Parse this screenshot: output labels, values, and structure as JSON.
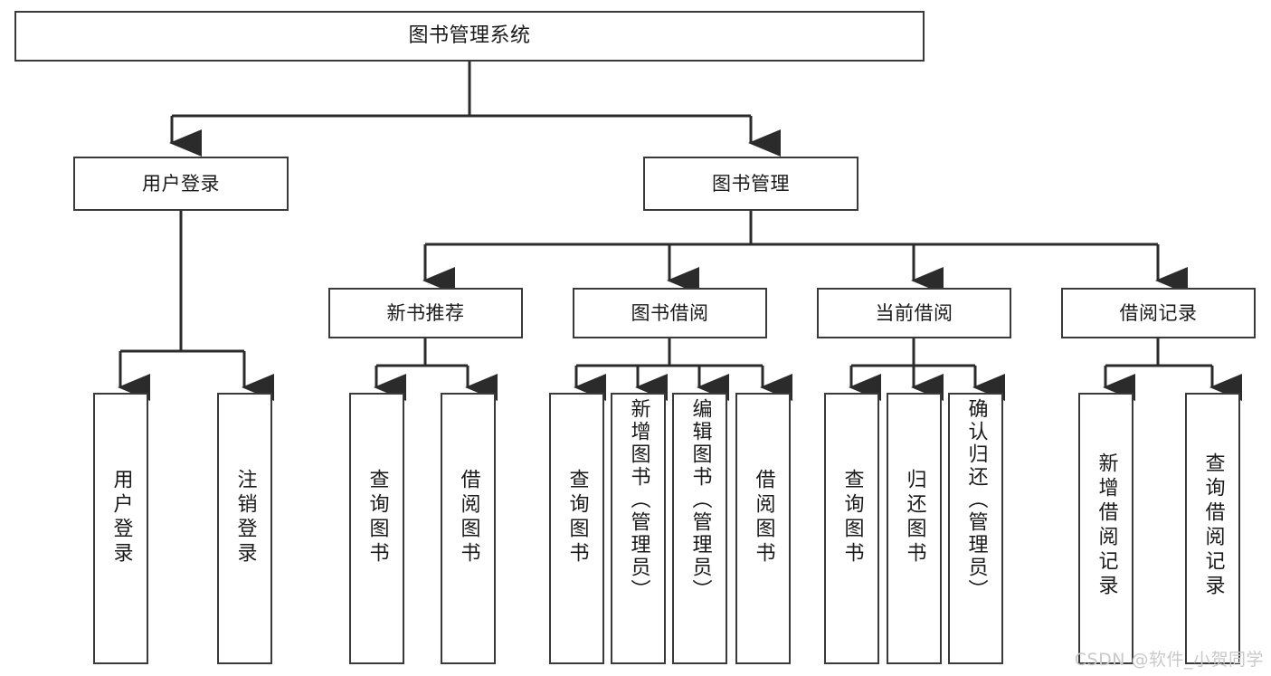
{
  "diagram": {
    "title": "图书管理系统",
    "type": "tree",
    "orientation": "top-down",
    "background_color": "#ffffff",
    "node_border_color": "#3a3a3a",
    "node_fill_color": "#ffffff",
    "text_color": "#1a1a1a",
    "edge_color": "#2b2b2b"
  },
  "nodes": {
    "root": {
      "label": "图书管理系统",
      "level": 0
    },
    "level1": [
      {
        "id": "user_login",
        "label": "用户登录"
      },
      {
        "id": "book_manage",
        "label": "图书管理"
      }
    ],
    "level2": [
      {
        "id": "new_book_rec",
        "label": "新书推荐",
        "parent": "book_manage"
      },
      {
        "id": "book_borrow",
        "label": "图书借阅",
        "parent": "book_manage"
      },
      {
        "id": "current_borrow",
        "label": "当前借阅",
        "parent": "book_manage"
      },
      {
        "id": "borrow_record",
        "label": "借阅记录",
        "parent": "book_manage"
      }
    ],
    "leaves": [
      {
        "id": "leaf_user_login",
        "label": "用户登录",
        "parent": "user_login"
      },
      {
        "id": "leaf_logout",
        "label": "注销登录",
        "parent": "user_login"
      },
      {
        "id": "leaf_query_book_1",
        "label": "查询图书",
        "parent": "new_book_rec"
      },
      {
        "id": "leaf_borrow_book_1",
        "label": "借阅图书",
        "parent": "new_book_rec"
      },
      {
        "id": "leaf_query_book_2",
        "label": "查询图书",
        "parent": "book_borrow"
      },
      {
        "id": "leaf_add_book",
        "label": "新增图书（管理员）",
        "parent": "book_borrow"
      },
      {
        "id": "leaf_edit_book",
        "label": "编辑图书（管理员）",
        "parent": "book_borrow"
      },
      {
        "id": "leaf_borrow_book_2",
        "label": "借阅图书",
        "parent": "book_borrow"
      },
      {
        "id": "leaf_query_book_3",
        "label": "查询图书",
        "parent": "current_borrow"
      },
      {
        "id": "leaf_return_book",
        "label": "归还图书",
        "parent": "current_borrow"
      },
      {
        "id": "leaf_confirm_return",
        "label": "确认归还（管理员）",
        "parent": "current_borrow"
      },
      {
        "id": "leaf_add_record",
        "label": "新增借阅记录",
        "parent": "borrow_record"
      },
      {
        "id": "leaf_query_record",
        "label": "查询借阅记录",
        "parent": "borrow_record"
      }
    ]
  },
  "watermark": {
    "text": "CSDN @软件_小贺同学"
  }
}
